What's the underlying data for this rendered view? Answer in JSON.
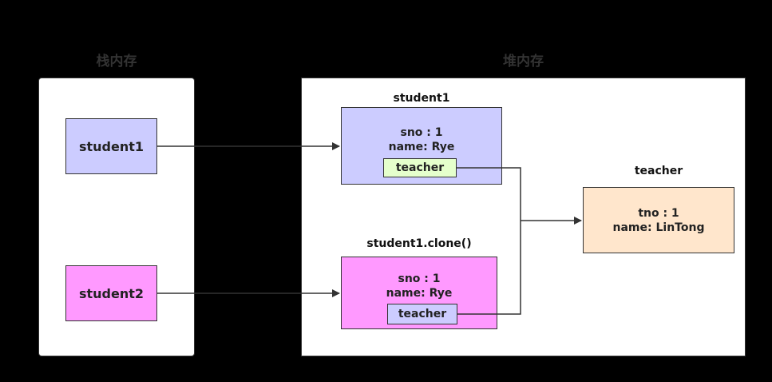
{
  "stack": {
    "title": "栈内存",
    "refs": [
      {
        "label": "student1",
        "color": "#ccccff"
      },
      {
        "label": "student2",
        "color": "#ff99ff"
      }
    ]
  },
  "heap": {
    "title": "堆内存",
    "student1": {
      "label": "student1",
      "sno": "sno : 1",
      "name": "name: Rye",
      "field": "teacher",
      "color": "#ccccff",
      "field_color": "#e5ffcc"
    },
    "clone": {
      "label": "student1.clone()",
      "sno": "sno : 1",
      "name": "name: Rye",
      "field": "teacher",
      "color": "#ff99ff",
      "field_color": "#ccccff"
    },
    "teacher": {
      "label": "teacher",
      "tno": "tno : 1",
      "name": "name: LinTong",
      "color": "#ffe6cc"
    }
  },
  "colors": {
    "background": "#000000",
    "panel": "#ffffff",
    "stroke": "#333333"
  }
}
